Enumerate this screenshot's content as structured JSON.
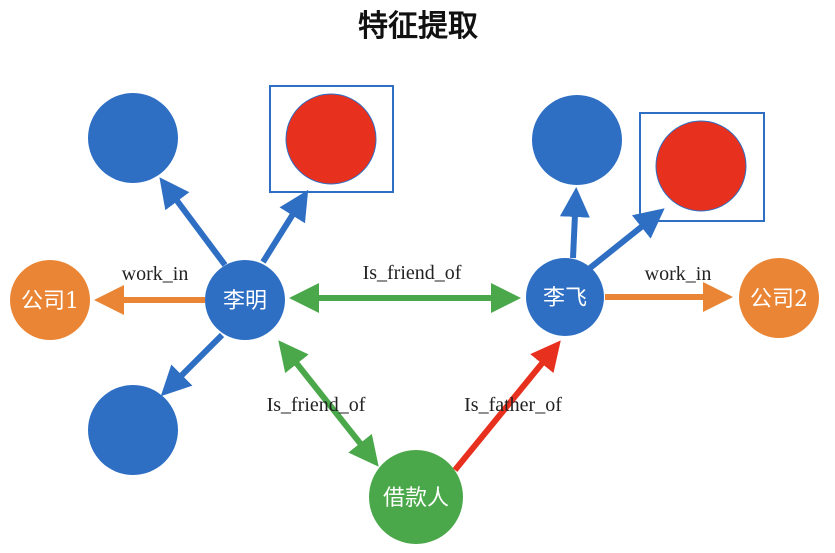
{
  "title": "特征提取",
  "nodes": {
    "li_ming": "李明",
    "li_fei": "李飞",
    "company1": "公司1",
    "company2": "公司2",
    "borrower": "借款人"
  },
  "edges": {
    "work_in_left": "work_in",
    "work_in_right": "work_in",
    "friend_top": "Is_friend_of",
    "friend_bottom": "Is_friend_of",
    "father": "Is_father_of"
  },
  "colors": {
    "blue": "#2e6fc4",
    "red": "#e8301f",
    "orange": "#e98535",
    "green": "#4aa84a",
    "box": "#2e6fc4"
  }
}
